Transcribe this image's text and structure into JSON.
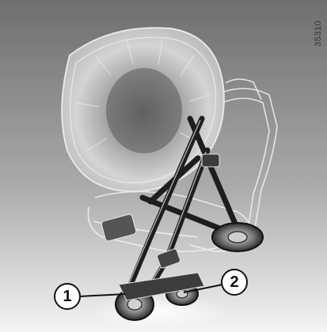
{
  "figure": {
    "reference_code": "35310",
    "callouts": [
      {
        "label": "1"
      },
      {
        "label": "2"
      }
    ]
  }
}
